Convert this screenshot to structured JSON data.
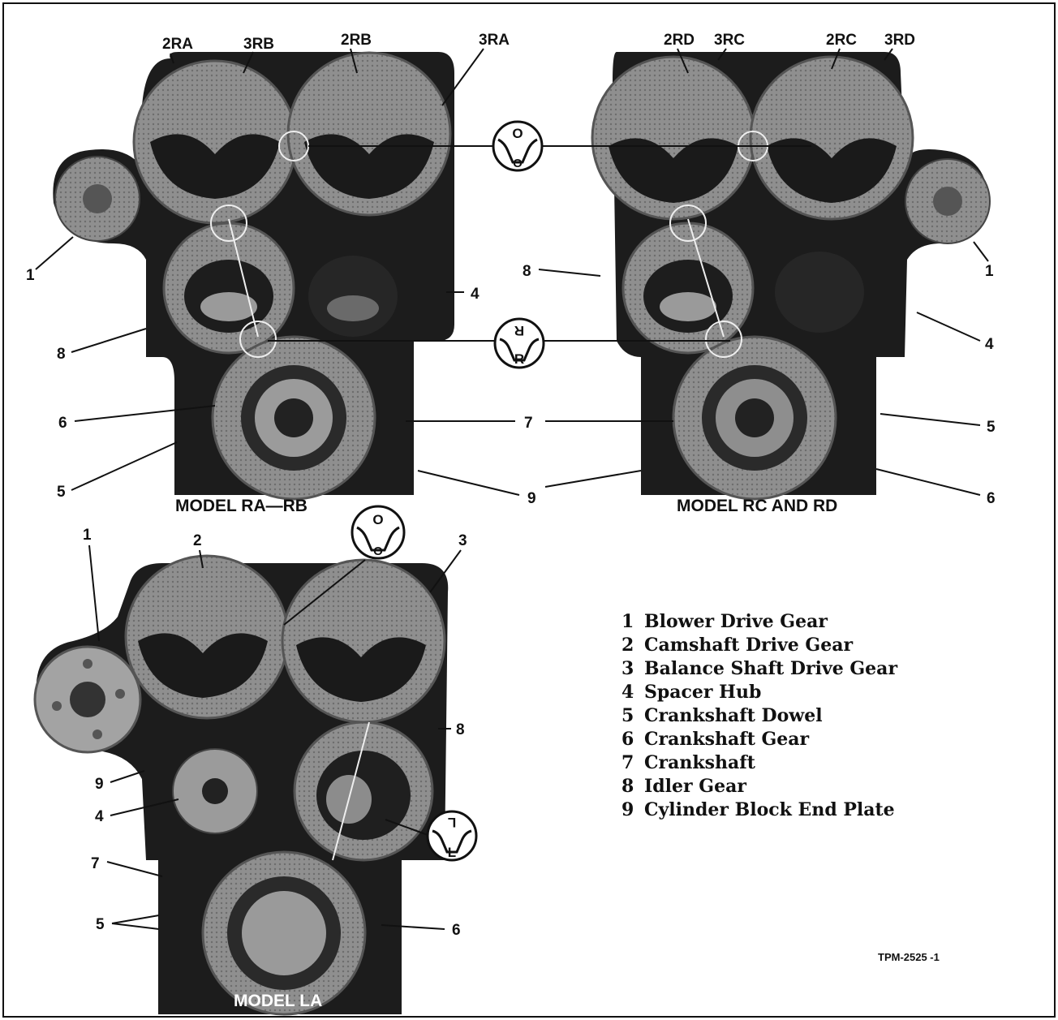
{
  "views": [
    {
      "id": "ra-rb",
      "caption": "MODEL RA—RB",
      "top_labels": [
        "2RA",
        "3RB",
        "2RB",
        "3RA"
      ],
      "callouts": [
        "1",
        "4",
        "8",
        "6",
        "7",
        "5",
        "9"
      ]
    },
    {
      "id": "rc-rd",
      "caption": "MODEL RC AND RD",
      "top_labels": [
        "2RD",
        "3RC",
        "2RC",
        "3RD"
      ],
      "callouts": [
        "1",
        "8",
        "4",
        "5",
        "6"
      ]
    },
    {
      "id": "la",
      "caption": "MODEL LA",
      "top_labels": [
        "1",
        "2",
        "3"
      ],
      "callouts": [
        "8",
        "9",
        "4",
        "7",
        "5",
        "6"
      ]
    }
  ],
  "timing_marks": [
    {
      "id": "o-top",
      "upper": "O",
      "lower": "O"
    },
    {
      "id": "r-mid",
      "upper": "R",
      "lower": "R"
    },
    {
      "id": "o-la",
      "upper": "O",
      "lower": "O"
    },
    {
      "id": "l-la",
      "upper": "L",
      "lower": "L"
    }
  ],
  "legend": [
    {
      "num": "1",
      "text": "Blower Drive Gear"
    },
    {
      "num": "2",
      "text": "Camshaft Drive Gear"
    },
    {
      "num": "3",
      "text": "Balance Shaft Drive Gear"
    },
    {
      "num": "4",
      "text": "Spacer Hub"
    },
    {
      "num": "5",
      "text": "Crankshaft Dowel"
    },
    {
      "num": "6",
      "text": "Crankshaft Gear"
    },
    {
      "num": "7",
      "text": "Crankshaft"
    },
    {
      "num": "8",
      "text": "Idler Gear"
    },
    {
      "num": "9",
      "text": "Cylinder Block End Plate"
    }
  ],
  "figure_code": "TPM-2525 -1",
  "colors": {
    "plate": "#1a1a1a",
    "gear": "#8a8a8a",
    "gear_light": "#b5b5b5",
    "ink": "#111111"
  }
}
